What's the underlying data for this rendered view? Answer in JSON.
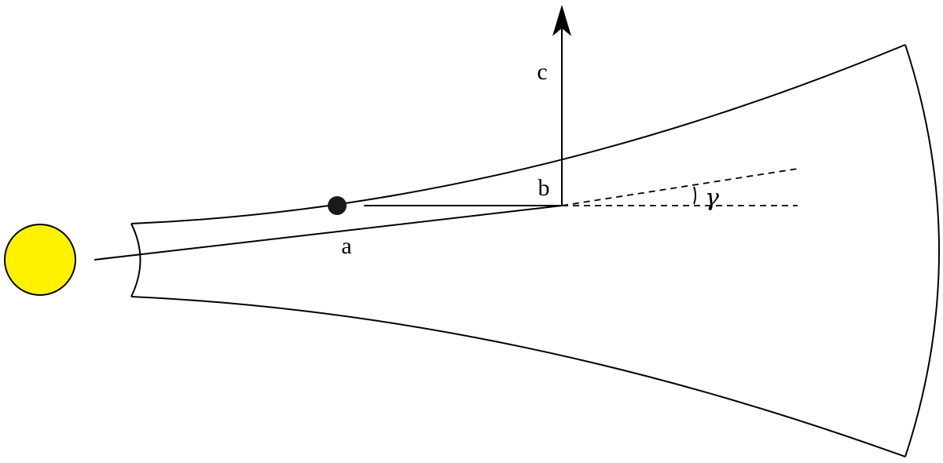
{
  "labels": {
    "a": "a",
    "b": "b",
    "c": "c",
    "gamma": "γ"
  },
  "colors": {
    "star_fill": "#fff200",
    "stroke": "#000000",
    "planet_fill": "#1a1a1a"
  }
}
